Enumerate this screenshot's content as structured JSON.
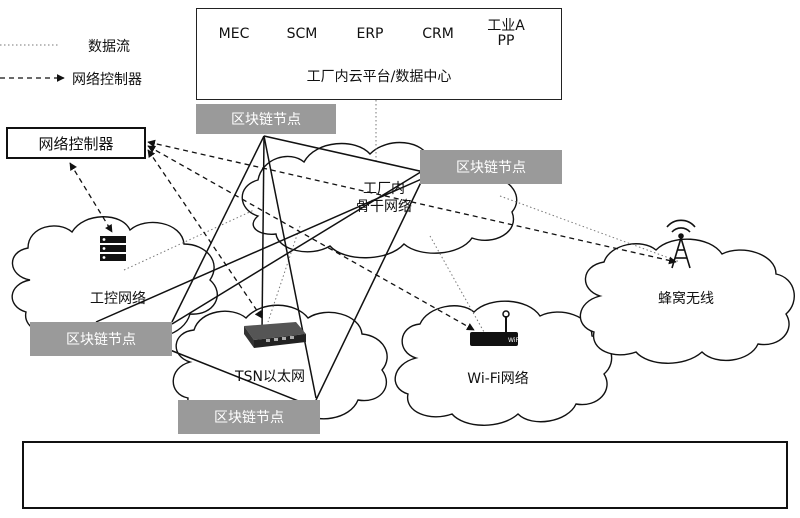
{
  "legend": {
    "data_flow": "数据流",
    "network_controller": "网络控制器"
  },
  "platform": {
    "title": "工厂内云平台/数据中心",
    "apps": [
      "MEC",
      "SCM",
      "ERP",
      "CRM",
      "工业APP"
    ]
  },
  "controller": {
    "label": "网络控制器"
  },
  "blockchain_node_label": "区块链节点",
  "clouds": {
    "backbone": "工厂内\n骨干网络",
    "industrial": "工控网络",
    "tsn": "TSN以太网",
    "wifi": "Wi-Fi网络",
    "cellular": "蜂窝无线"
  },
  "icons": {
    "server": "server-rack-icon",
    "switch": "ethernet-switch-icon",
    "router": "wifi-router-icon",
    "tower": "cell-tower-icon"
  },
  "wifi_router_badge": "WiFi",
  "devices": [
    "factory-building-icon",
    "cnc-machine-icon",
    "robot-arm-icon",
    "electric-motor-icon",
    "forklift-icon",
    "security-camera-icon",
    "pressure-gauge-icon",
    "monitor-chart-icon",
    "assembly-robot-icon"
  ],
  "colors": {
    "node_fill": "#9a9a9a",
    "line": "#111111",
    "dotted": "#777777"
  }
}
